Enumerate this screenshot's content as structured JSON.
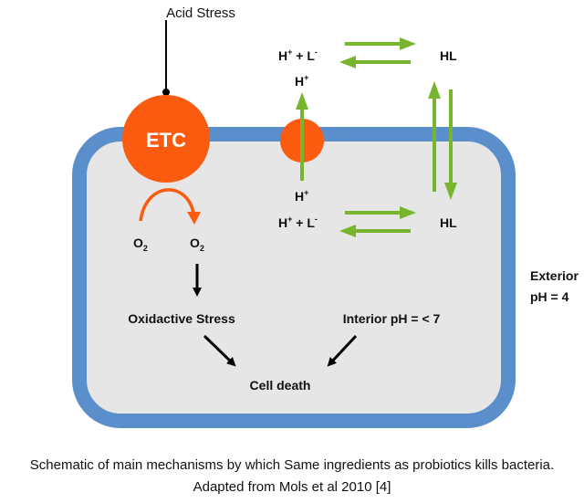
{
  "diagram": {
    "acid_stress": "Acid Stress",
    "etc": "ETC",
    "o2_left": "O",
    "o2_left_sub": "2",
    "o2_right": "O",
    "o2_right_sub": "2",
    "oxidative_stress": "Oxidactive Stress",
    "interior_ph": "Interior pH = < 7",
    "cell_death": "Cell death",
    "exterior": "Exterior",
    "exterior_ph": "pH = 4",
    "top_hl_left": {
      "h": "H",
      "sup": "+",
      "rest": " + L",
      "sup2": "-"
    },
    "top_hl_right": "HL",
    "channel_top": {
      "h": "H",
      "sup": "+"
    },
    "channel_bottom": {
      "h": "H",
      "sup": "+"
    },
    "bottom_hl_left": {
      "h": "H",
      "sup": "+",
      "rest": " + L",
      "sup2": "-"
    },
    "bottom_hl_right": "HL"
  },
  "colors": {
    "cell_border": "#5b8fcc",
    "cell_fill": "#e6e6e6",
    "etc_orange": "#fa5b0f",
    "green_arrow": "#77b52e",
    "black_arrow": "#000000"
  },
  "caption": {
    "line1": "Schematic of main mechanisms by which Same ingredients as probiotics kills bacteria.",
    "line2": "Adapted from Mols et al 2010 [4]"
  }
}
